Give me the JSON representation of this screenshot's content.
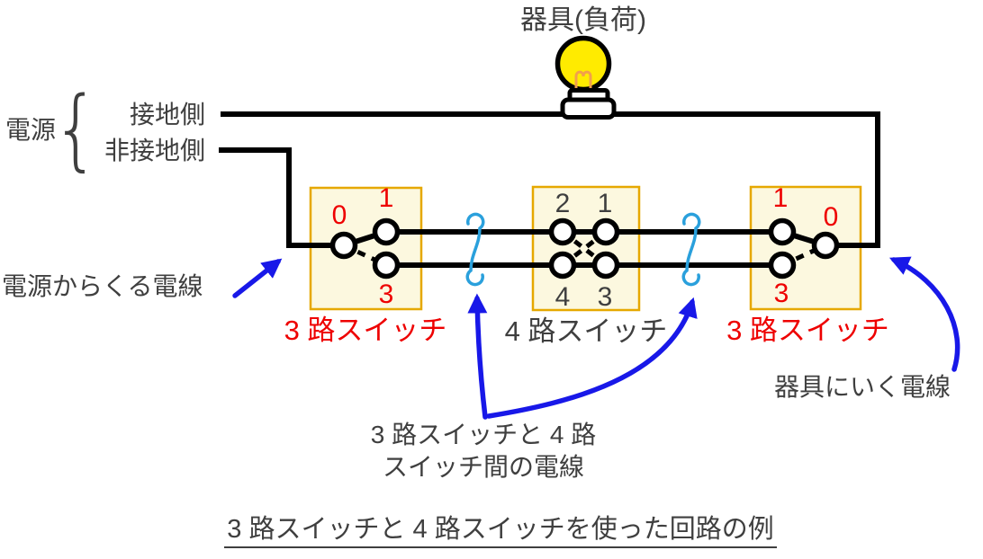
{
  "device": {
    "label": "器具(負荷)"
  },
  "power": {
    "label": "電源",
    "brace": "{",
    "ground_side": "接地側",
    "non_ground_side": "非接地側"
  },
  "switches": [
    {
      "label": "3 路スイッチ",
      "terminals": {
        "t0": "0",
        "t1": "1",
        "t3": "3"
      }
    },
    {
      "label": "4 路スイッチ",
      "terminals": {
        "t2": "2",
        "t1": "1",
        "t4": "4",
        "t3": "3"
      }
    },
    {
      "label": "3 路スイッチ",
      "terminals": {
        "t1": "1",
        "t0": "0",
        "t3": "3"
      }
    }
  ],
  "annotations": {
    "from_power": "電源からくる電線",
    "between_line1": "3 路スイッチと 4 路",
    "between_line2": "スイッチ間の電線",
    "to_device": "器具にいく電線"
  },
  "title": "3 路スイッチと 4 路スイッチを使った回路の例",
  "colors": {
    "wire": "#000000",
    "switch_box_fill": "#fcf8df",
    "switch_box_border": "#e6a800",
    "three_way_text": "#ee0000",
    "gray_text": "#3f3f3f",
    "annotation_arrow": "#1818e8",
    "cable_mark": "#2aa0dc",
    "bulb_fill": "#ffeb00",
    "bulb_filament": "#f2a04b"
  }
}
